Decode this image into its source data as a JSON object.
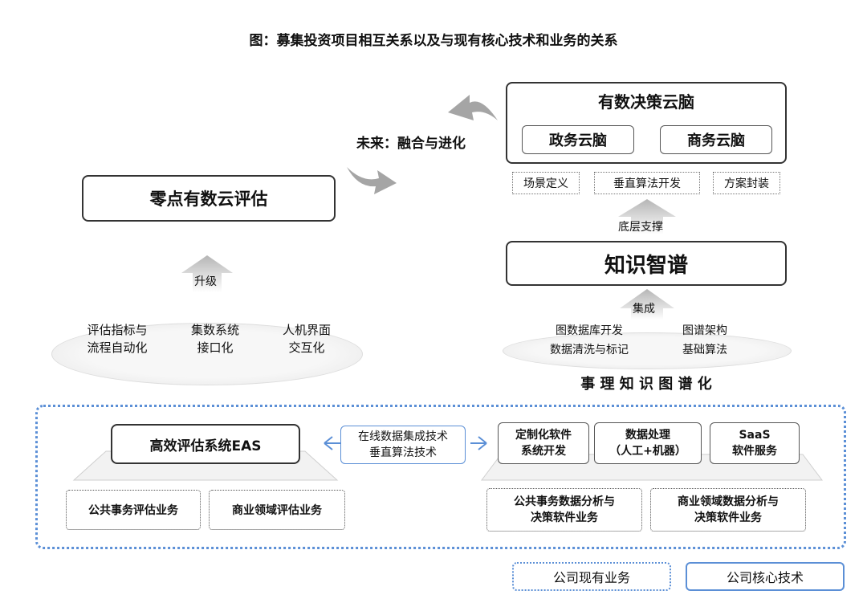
{
  "title": "图：募集投资项目相互关系以及与现有核心技术和业务的关系",
  "future_label": "未来：融合与进化",
  "top_right": {
    "title": "有数决策云脑",
    "sub1": "政务云脑",
    "sub2": "商务云脑",
    "tags": [
      "场景定义",
      "垂直算法开发",
      "方案封装"
    ],
    "support_label": "底层支撑"
  },
  "left_box": "零点有数云评估",
  "upgrade_label": "升级",
  "left_ellipse": {
    "items": [
      {
        "line1": "评估指标与",
        "line2": "流程自动化"
      },
      {
        "line1": "集数系统",
        "line2": "接口化"
      },
      {
        "line1": "人机界面",
        "line2": "交互化"
      }
    ]
  },
  "knowledge_box": "知识智谱",
  "integrate_label": "集成",
  "right_ellipse": {
    "items": [
      {
        "line1": "图数据库开发",
        "line2": "数据清洗与标记"
      },
      {
        "line1": "图谱架构",
        "line2": "基础算法"
      }
    ]
  },
  "right_ellipse_caption": "事 理 知 识 图 谱 化",
  "bottom": {
    "eas": "高效评估系统EAS",
    "center_line1": "在线数据集成技术",
    "center_line2": "垂直算法技术",
    "tech1_line1": "定制化软件",
    "tech1_line2": "系统开发",
    "tech2_line1": "数据处理",
    "tech2_line2": "（人工+机器）",
    "tech3_line1": "SaaS",
    "tech3_line2": "软件服务",
    "biz_left": [
      "公共事务评估业务",
      "商业领域评估业务"
    ],
    "biz_right": [
      {
        "line1": "公共事务数据分析与",
        "line2": "决策软件业务"
      },
      {
        "line1": "商业领域数据分析与",
        "line2": "决策软件业务"
      }
    ]
  },
  "legend": {
    "existing": "公司现有业务",
    "core": "公司核心技术"
  },
  "colors": {
    "accent_blue": "#5b8fd6",
    "arrow_gray": "#9a9a9a"
  }
}
